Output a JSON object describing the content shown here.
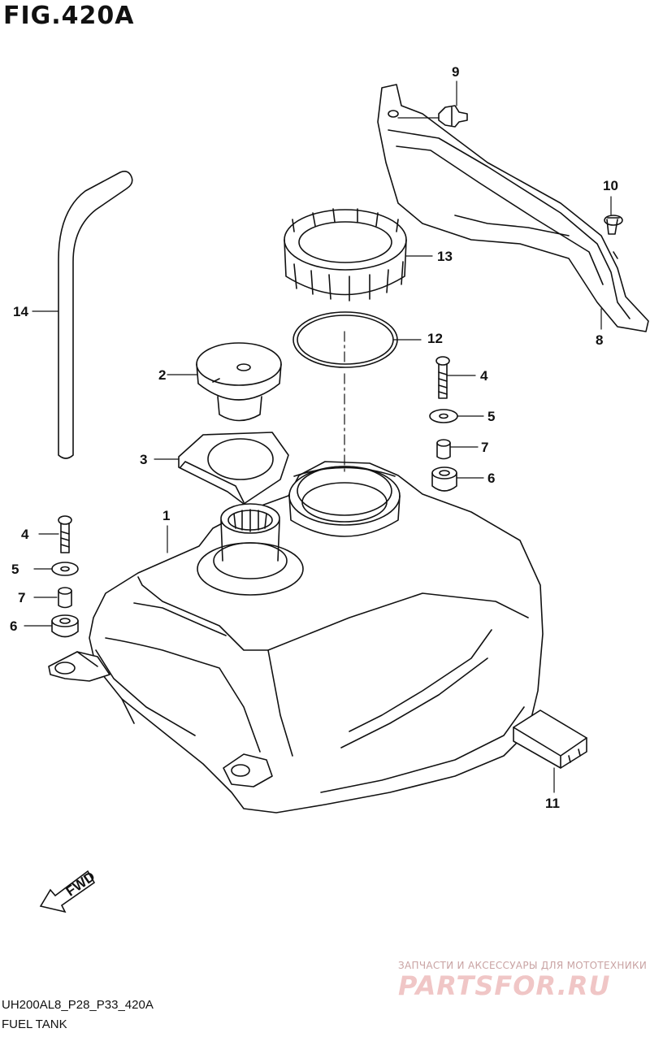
{
  "figure": {
    "title": "FIG.420A",
    "model_code": "UH200AL8_P28_P33_420A",
    "section_name": "FUEL TANK"
  },
  "fwd_label": "FWD",
  "watermark": {
    "tagline": "ЗАПЧАСТИ И АКСЕССУАРЫ ДЛЯ МОТОТЕХНИКИ",
    "logo_text": "PARTSFOR.RU"
  },
  "callouts": [
    "1",
    "2",
    "3",
    "4",
    "4",
    "5",
    "5",
    "6",
    "6",
    "7",
    "7",
    "8",
    "9",
    "10",
    "11",
    "12",
    "13",
    "14"
  ]
}
